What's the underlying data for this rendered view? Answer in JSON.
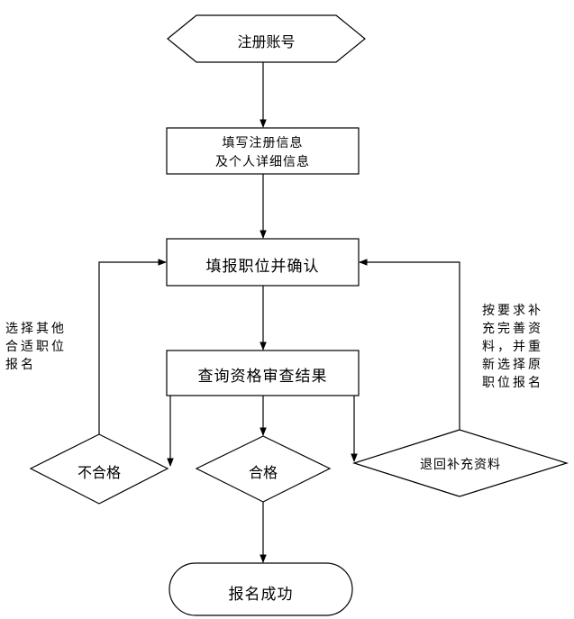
{
  "nodes": {
    "register": "注册账号",
    "fill_info_line1": "填写注册信息",
    "fill_info_line2": "及个人详细信息",
    "apply_position": "填报职位并确认",
    "check_result": "查询资格审查结果",
    "unqualified": "不合格",
    "qualified": "合格",
    "return_supplement": "退回补充资料",
    "success": "报名成功"
  },
  "notes": {
    "left_line1": "选择其他",
    "left_line2": "合适职位",
    "left_line3": "报名",
    "right_line1": "按要求补",
    "right_line2": "充完善资",
    "right_line3": "料，并重",
    "right_line4": "新选择原",
    "right_line5": "职位报名"
  }
}
